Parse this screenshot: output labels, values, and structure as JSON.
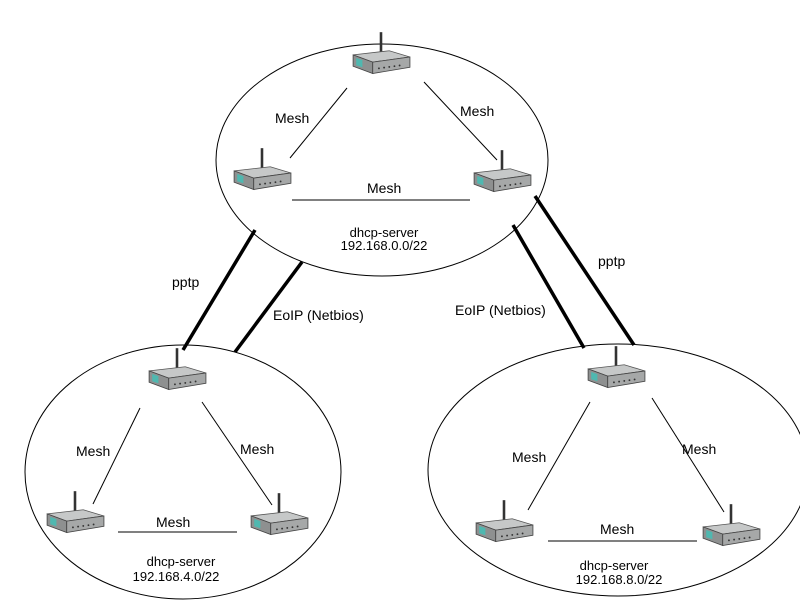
{
  "link_labels": {
    "top_left_mesh": "Mesh",
    "top_right_mesh": "Mesh",
    "top_bottom_mesh": "Mesh",
    "pptp_left": "pptp",
    "eoip_left": "EoIP (Netbios)",
    "eoip_right": "EoIP (Netbios)",
    "pptp_right": "pptp",
    "left_left_mesh": "Mesh",
    "left_right_mesh": "Mesh",
    "left_bottom_mesh": "Mesh",
    "right_left_mesh": "Mesh",
    "right_right_mesh": "Mesh",
    "right_bottom_mesh": "Mesh"
  },
  "clusters": {
    "top": {
      "server_label": "dhcp-server",
      "subnet": "192.168.0.0/22"
    },
    "left": {
      "server_label": "dhcp-server",
      "subnet": "192.168.4.0/22"
    },
    "right": {
      "server_label": "dhcp-server",
      "subnet": "192.168.8.0/22"
    }
  },
  "colors": {
    "router_body": "#a9abab",
    "router_top": "#c9cbcb",
    "router_led": "#4fb8b0"
  }
}
